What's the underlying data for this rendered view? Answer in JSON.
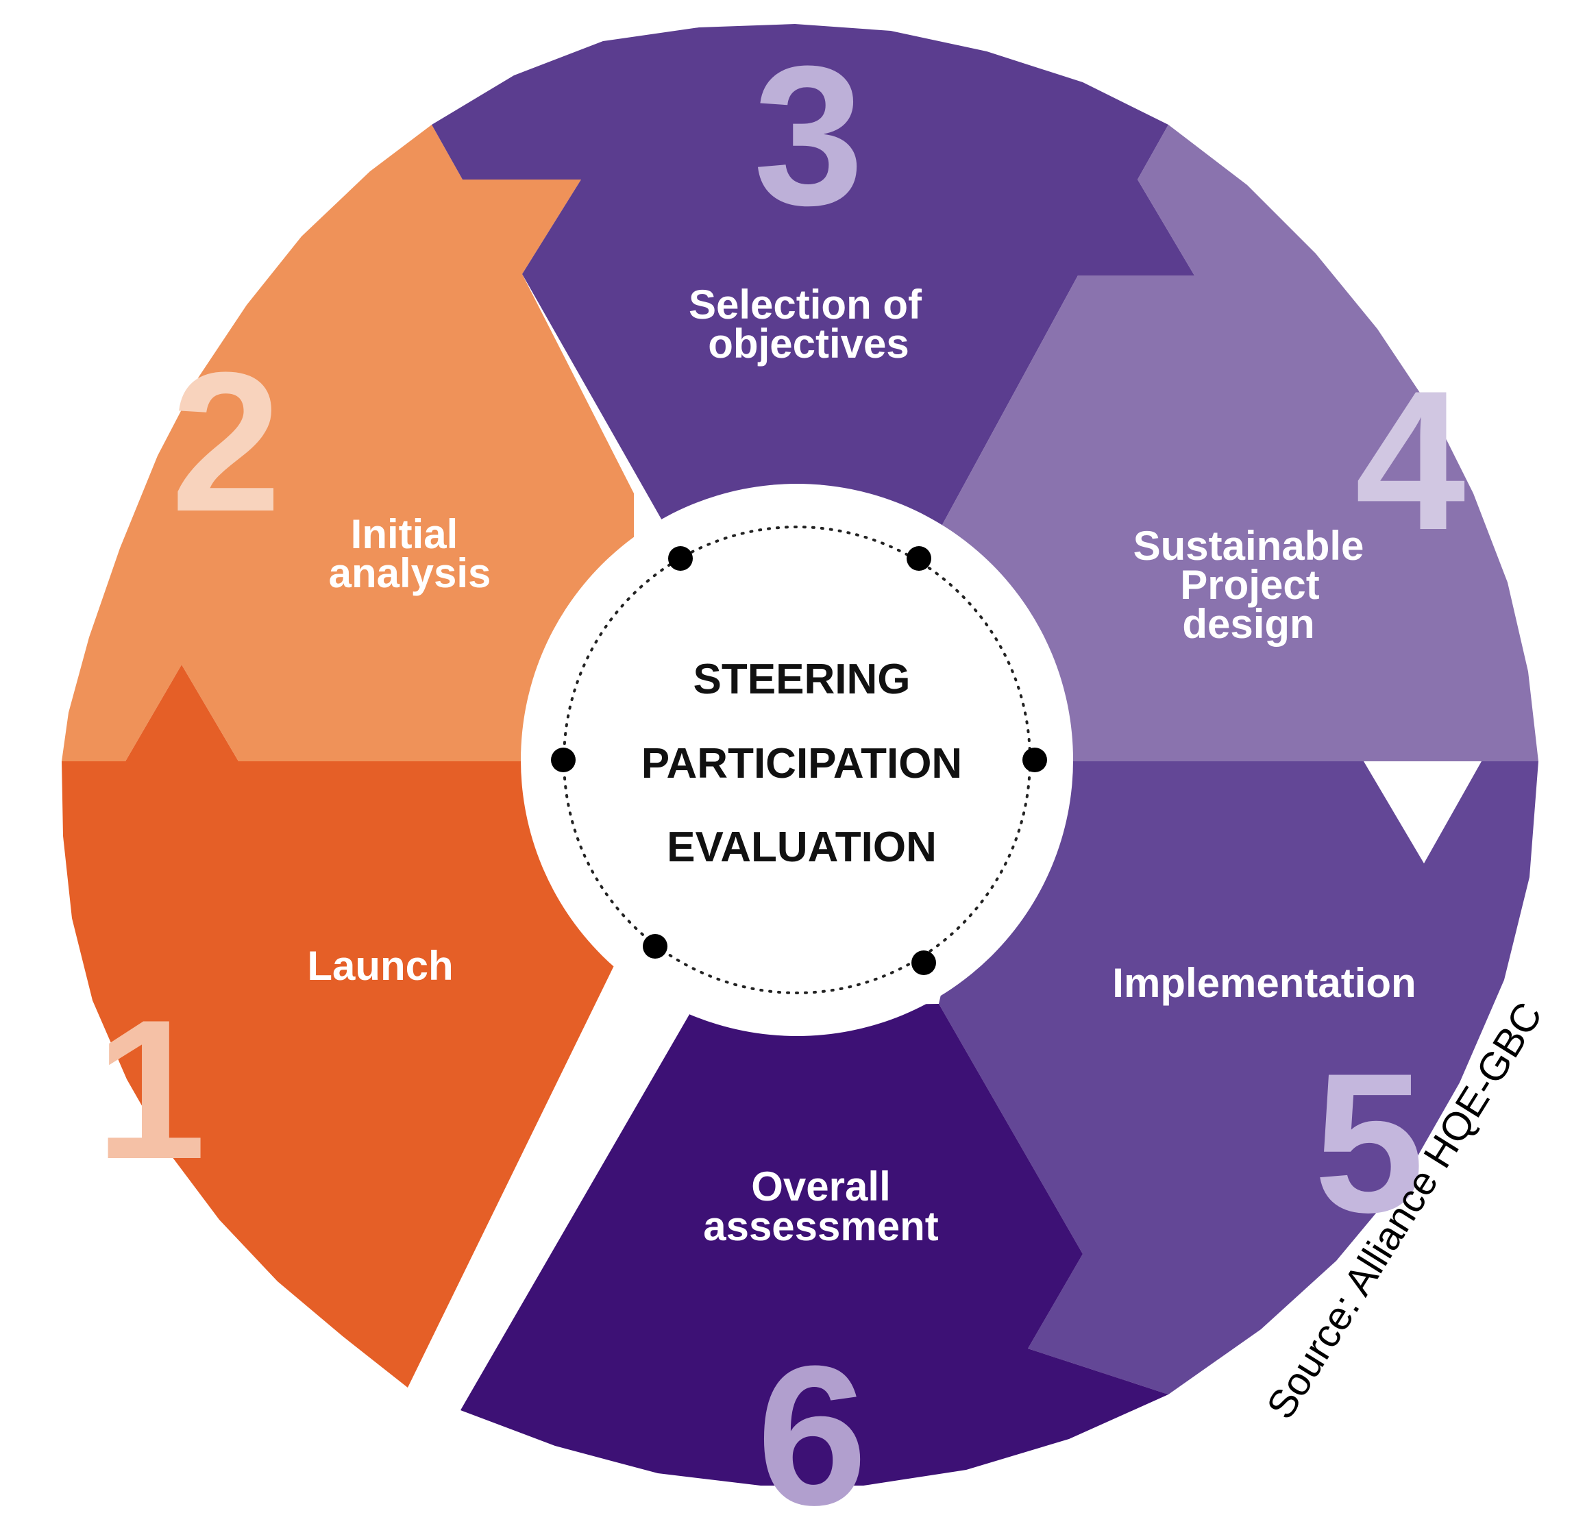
{
  "steps": [
    {
      "number": "1",
      "label_lines": [
        "Launch"
      ],
      "color": "#e55f27",
      "number_color": "#f5c1a6"
    },
    {
      "number": "2",
      "label_lines": [
        "Initial",
        "analysis"
      ],
      "color": "#ef9259",
      "number_color": "#f8d3bd"
    },
    {
      "number": "3",
      "label_lines": [
        "Selection of",
        "objectives"
      ],
      "color": "#5b3d8f",
      "number_color": "#bdb0d8"
    },
    {
      "number": "4",
      "label_lines": [
        "Sustainable",
        "Project",
        "design"
      ],
      "color": "#8a73ae",
      "number_color": "#d1c7e2"
    },
    {
      "number": "5",
      "label_lines": [
        "Implementation"
      ],
      "color": "#634796",
      "number_color": "#c4b7dd"
    },
    {
      "number": "6",
      "label_lines": [
        "Overall",
        "assessment"
      ],
      "color": "#3d1175",
      "number_color": "#b19fce"
    }
  ],
  "core": {
    "lines": [
      "STEERING",
      "PARTICIPATION",
      "EVALUATION"
    ]
  },
  "source": "Source: Alliance HQE-GBC"
}
